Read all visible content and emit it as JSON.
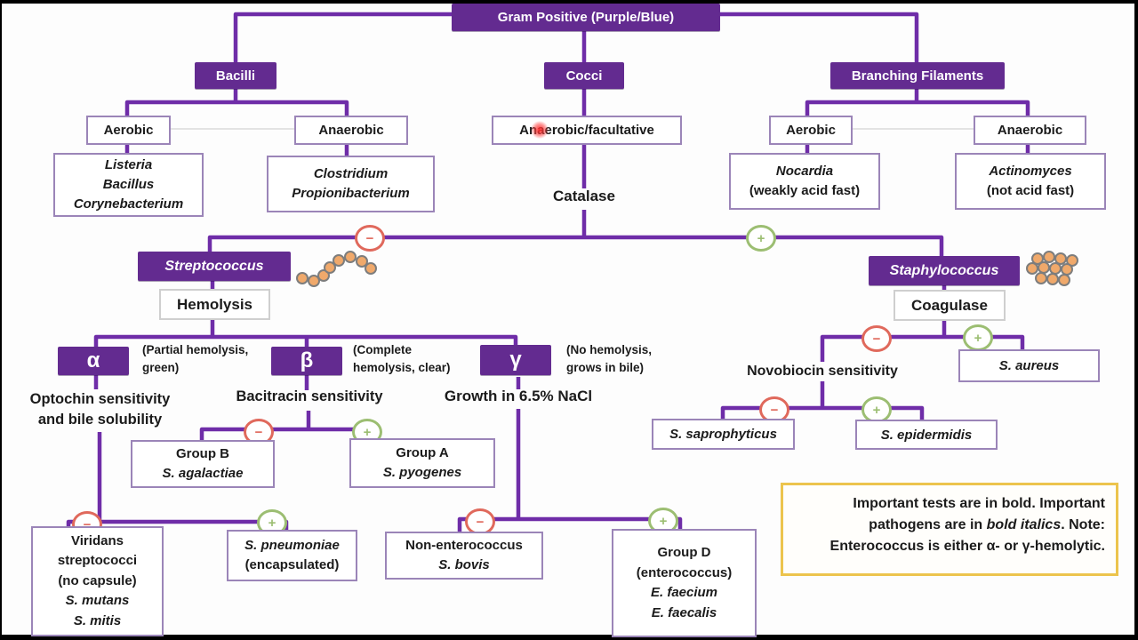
{
  "colors": {
    "purple_box": "#632B90",
    "line": "#6F2DA8",
    "minus": "#E0695C",
    "plus": "#9CBE72",
    "coccus_fill": "#F0A96B",
    "note_border": "#ECC44D"
  },
  "signs": {
    "minus": "−",
    "plus": "+"
  },
  "root": {
    "label": "Gram Positive (Purple/Blue)"
  },
  "bacilli": {
    "label": "Bacilli",
    "aerobic": {
      "label": "Aerobic",
      "organisms": "Listeria\nBacillus\nCorynebacterium"
    },
    "anaerobic": {
      "label": "Anaerobic",
      "organisms": "Clostridium\nPropionibacterium"
    }
  },
  "cocci": {
    "label": "Cocci",
    "respiration": "Anaerobic/facultative",
    "catalase_test": "Catalase"
  },
  "filaments": {
    "label": "Branching Filaments",
    "aerobic": {
      "label": "Aerobic",
      "organism": "Nocardia",
      "note": "(weakly acid fast)"
    },
    "anaerobic": {
      "label": "Anaerobic",
      "organism": "Actinomyces",
      "note": "(not acid fast)"
    }
  },
  "strep": {
    "label": "Streptococcus",
    "hemolysis_test": "Hemolysis",
    "alpha": {
      "symbol": "α",
      "desc": "(Partial hemolysis,\ngreen)",
      "test": "Optochin sensitivity\nand bile solubility",
      "negative": {
        "main": "Viridans\nstreptococci\n(no capsule)",
        "species": "S. mutans\nS. mitis"
      },
      "positive": {
        "name": "S. pneumoniae",
        "note": "(encapsulated)"
      }
    },
    "beta": {
      "symbol": "β",
      "desc": "(Complete\nhemolysis, clear)",
      "test": "Bacitracin sensitivity",
      "negative": {
        "group": "Group B",
        "species": "S. agalactiae"
      },
      "positive": {
        "group": "Group A",
        "species": "S. pyogenes"
      }
    },
    "gamma": {
      "symbol": "γ",
      "desc": "(No hemolysis,\ngrows in bile)",
      "test": "Growth in 6.5% NaCl",
      "negative": {
        "main": "Non-enterococcus",
        "species": "S. bovis"
      },
      "positive": {
        "main": "Group D\n(enterococcus)",
        "species": "E. faecium\nE. faecalis"
      }
    }
  },
  "staph": {
    "label": "Staphylococcus",
    "coagulase_test": "Coagulase",
    "positive": "S. aureus",
    "novobiocin_test": "Novobiocin sensitivity",
    "novobiocin_negative": "S. saprophyticus",
    "novobiocin_positive": "S. epidermidis"
  },
  "note": {
    "seg1": "Important tests are in ",
    "bold_word": "bold",
    "seg2": ". Important pathogens are in ",
    "bold_italic_word": "bold italics",
    "seg3": ". Note: Enterococcus is either α- or γ-hemolytic."
  }
}
